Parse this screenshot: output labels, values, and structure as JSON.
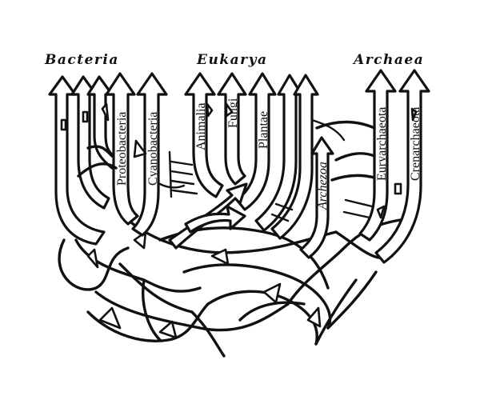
{
  "domains": {
    "bacteria": "Bacteria",
    "eukarya": "Eukarya",
    "archaea": "Archaea"
  },
  "branches": {
    "proteobacteria": "Proteobacteria",
    "cyanobacteria": "Cyanobacteria",
    "animalia": "Animalia",
    "fungi": "Fungi",
    "plantae": "Plantae",
    "archezoa": "Archezoa",
    "euryarchaeota": "Euryarchaeota",
    "crenarchaeota": "Crenarchaeota"
  },
  "colors": {
    "ink": "#111111",
    "paper": "#ffffff"
  }
}
